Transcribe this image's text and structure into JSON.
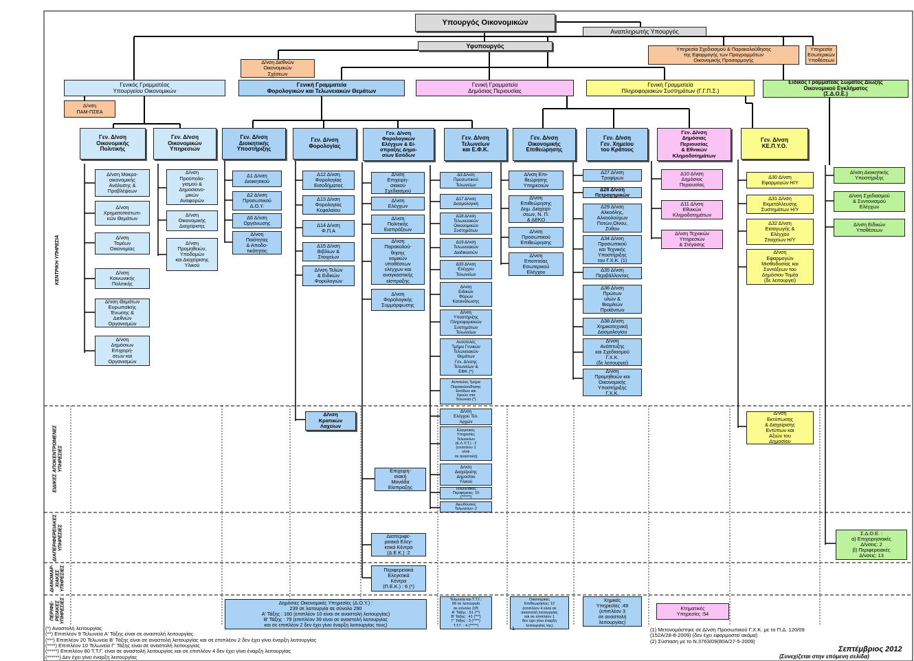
{
  "top": {
    "minister": "Υπουργός Οικονομικών",
    "deputy_minister": "Αναπληρωτής Υπουργός",
    "undersecretary": "Υφυπουργός",
    "intl_relations": "Δ/νση Διεθνών\nΟικονομικών\nΣχέσεων",
    "planning_service": "Υπηρεσία Σχεδιασμού & Παρακολούθησης\nτης Εφαρμογής των Προγραμμάτων\nΟικονομικής Προσαρμογής",
    "internal_affairs": "Υπηρεσία\nΕσωτερικών\nΥποθέσεων"
  },
  "secretariats": {
    "ministry": "Γενικός Γραμματέας\nΥπουργείου Οικονομικών",
    "pam_psea": "Δ/νση\nΠΑΜ-ΠΣΕΑ",
    "tax": "Γενική Γραμματεία\nΦορολογικών και Τελωνειακών Θεμάτων",
    "property": "Γενική Γραμματεία\nΔημόσιας Περιουσίας",
    "info_systems": "Γενική Γραμματεία\nΠληροφοριακών Συστημάτων (Γ.Γ.Π.Σ.)",
    "sdoe": "Ειδικός Γραμματέας Σώματος Δίωξης\nΟικονομικού Εγκλήματος\n(Σ.Δ.Ο.Ε.)"
  },
  "directorates": {
    "c1": "Γεν. Δ/νση\nΟικονομικής\nΠολιτικής",
    "c2": "Γεν. Δ/νση\nΟικονομικών\nΥπηρεσιών",
    "c3": "Γεν. Δ/νση\nΔιοικητικής\nΥποστήριξης",
    "c4": "Γεν. Δ/νση\nΦορολογίας",
    "c5": "Γεν. Δ/νση\nΦορολογικών\nΕλέγχων & Εί-\nσπραξης Δημο-\nσίων Εσόδων",
    "c6": "Γεν. Δ/νση\nΤελωνείων\nκαι Ε.Φ.Κ.",
    "c7": "Γεν. Δ/νση\nΟικονομικής\nΕπιθεώρησης",
    "c8": "Γεν. Δ/νση\nΓεν. Χημείου\nτου Κράτους",
    "c9": "Γεν. Δ/νση\nΔημόσιας\nΠεριουσίας\n& Εθνικών\nΚληροδοτημάτων",
    "c10": "Γεν. Δ/νση\nΚΕ.Π.Υ.Ο."
  },
  "units": {
    "c1": [
      "Δ/νση Μακρο-\nοικονομικής\nΑνάλυσης &\nΠροβλέψεων",
      "Δ/νση\nΧρηματοπιστωτι-\nκών Θεμάτων",
      "Δ/νση\nΤομέων\nΟικονομίας",
      "Δ/νση\nΚοινωνικής\nΠολιτικής",
      "Δ/νση Θεμάτων\nΕυρωπαϊκής\nΈνωσης &\nΔιεθνών\nΟργανισμών",
      "Δ/νση\nΔημόσιων\nΕπιχειρή-\nσεων και\nΟργανισμών"
    ],
    "c2": [
      "Δ/νση\nΠροϋπολο-\nγισμού &\nΔημοσιονο-\nμικών\nΑναφορών",
      "Δ/νση\nΟικονομικής\nΔιαχείρισης",
      "Δ/νση\nΠρομηθειών,\nΥποδομών\nκαι Διαχείρισης\nΥλικού"
    ],
    "c3": [
      "Δ1 Δ/νση\nΔιοικητικού",
      "Δ2 Δ/νση\nΠροσωπικού\nΔ.Ο.Υ.",
      "Δ6 Δ/νση\nΟργάνωσης",
      "Δ/νση\nΠοιότητας\n& Αποδο-\nτικότητας"
    ],
    "c4": [
      "Δ12 Δ/νση\nΦορολογίας\nΕισοδήματος",
      "Δ13 Δ/νση\nΦορολογίας\nΚεφαλαίου",
      "Δ14 Δ/νση\nΦ.Π.Α",
      "Δ15 Δ/νση\nΒιβλίων &\nΣτοιχείων",
      "Δ/νση Τελών\n& Ειδικών\nΦορολογιών"
    ],
    "c4_field": "Δ/νση\nΚρατικών\nΛαχείων",
    "c5": [
      "Δ/νση\nΕπιχειρη-\nσιακού\nΣχεδιασμού",
      "Δ/νση\nΕλέγχων",
      "Δ/νση\nΠολιτικής\nΕισπράξεων",
      "Δ/νση\nΠαρακολού-\nθησης\nνομικών\nυποθέσεων\nελέγχων και\nαναγκαστικής\nείσπραξης",
      "Δ/νση\nΦορολογικής\nΣυμμόρφωσης"
    ],
    "c5_field": "Επιχειρη-\nσιακή\nΜονάδα\nΕίσπραξης",
    "c5_regional": "Διαπεριφε-\nρειακά Ελεγ-\nκτικά Κέντρα\n(Δ.Ε.Κ.) :2",
    "c5_interregional": "Περιφερειακά\nΕλεγκτικά\nΚέντρα\n(Π.Ε.Κ.) : 6 (*)",
    "c6": [
      "Δ3 Δ/νση\nΠροσωπικού\nΤελωνείων",
      "Δ17 Δ/νση\nΔασμολογική",
      "Δ18 Δ/νση\nΤελωνειακών\nΟικονομικών\nΣυστημάτων",
      "Δ19 Δ/νση\nΤελωνειακών\nΔιαδικασιών",
      "Δ33 Δ/νση\nΕλέγχου\nΤελωνείων",
      "Δ/νση\nΕιδικών\nΦόρων\nΚατανάλωσης",
      "Δ/νση\nΥποστήριξης\nΠληροφοριακών\nΣυστημάτων\nΤελωνείων",
      "Αυτοτελές\nΤμήμα Γενικών\nΤελωνειακών\nΘεμάτων\nΓεν. Δ/νσης\nΤελωνείων &\nΕΦΚ (*)",
      "Αυτοτελές Τμήμα\nΠαρακολούθησης\nΕσόδων και\nΧρεών στα\nΤελωνεία (*)"
    ],
    "c6_field": [
      "Δ/νση\nΕλέγχου Τελ.\nΑρχών",
      "Ελεγκτικές\nΥπηρεσίες\nΤελωνείων\n(Ε.Λ.Υ.Τ.) : 2\n(επιπλέον 1\nείναι\nσε αναστολή)",
      "Δ/νση\nΔιαχείρισης\nΔημοσίου\nΥλικού",
      "Τελωνειακές\nΠεριφέρειες: 10\n(******)",
      "Διευθύνσεις\nΤελωνείων: 2"
    ],
    "c7": [
      "Δ/νση Επι-\nθεώρησης\nΥπηρεσιών",
      "Δ/νση\nΕπιθεώρησης\nΔημ. Διαχειρί-\nσεων, Ν. Π.\n& ΔΕΚΟ",
      "Δ/νση\nΠροσωπικού\nΕπιθεώρησης",
      "Δ/νση\nΕποπτείας\nΕσωτερικού\nΕλέγχου"
    ],
    "c8": [
      "Δ27 Δ/νση\nΤροφίμων",
      "Δ28 Δ/νση\nΠετροχημικών",
      "Δ29 Δ/νση\nΑλκοόλης,\nΑλκοολούχων\nΠοτών,Οίνου,\nΖύθου",
      "Δ34 Δ/νση\nΠροσωπικού\nκαι Τεχνικής\nΥποστήριξης\nτου Γ.Χ.Κ. (1)",
      "Δ35 Δ/νση\nΠεριβάλλοντος",
      "Δ36 Δ/νση\nΠρώτων\nυλών &\nΒιομ/κών\nΠροϊόντων",
      "Δ38 Δ/νση\nΧημικοτεχνική\nΔασμολογίου",
      "Δ/νση\nΑνάπτυξης\nκαι Σχεδιασμού\nΓ.Χ.Κ.\n(δε λειτουργεί)",
      "Δ/νση\nΠρομηθειών και\nΟικονομικής\nΥποστήριξης\nΓ.Χ.Κ."
    ],
    "c9": [
      "Δ10 Δ/νση\nΔημόσιας\nΠεριουσίας",
      "Δ11 Δ/νση\nΕθνικών\nΚληροδοτημάτων",
      "Δ/νση Τεχνικών\nΥπηρεσιών\n& Στέγασης"
    ],
    "c10": [
      "Δ30 Δ/νση\nΕφαρμογών Η/Υ",
      "Δ31 Δ/νση\nΕκμετάλλευσης\nΣυστημάτων Η/Υ",
      "Δ32 Δ/νση\nΕισαγωγής &\nΕλέγχου\nΣτοιχείων Η/Υ",
      "Δ/νση\nΕφαρμογών\nΜισθοδοσίας και\nΣυντάξεων του\nΔημόσιου Τομέα\n(δε λειτουργεί)"
    ],
    "c10_field": "Δ/νση\nΕκτύπωσης\n& Διαχείρισης\nΕντύπων και\nΑξιών του\nΔημοσίου",
    "sdoe": [
      "Δ/νση Διοικητικής\nΥποστήριξης",
      "Δ/νση Σχεδιασμού\n& Συντονισμού\nΕλέγχων",
      "Δ/νση Ειδικών\nΥποθέσεων"
    ],
    "sdoe_regional": "Σ.Δ.Ο.Ε. :\nα) Επιχειρησιακές\nΔ/νσεις: 2\nβ) Περιφερειακές\nΔ/νσεις: 13"
  },
  "bottom": {
    "doy": "Δημόσιες Οικονομικές Υπηρεσίες (Δ.Ο.Υ.) :\n239 σε λειτουργία σε σύνολο 290\nΑ' Τάξης : 160 (επιπλέον 10 είναι σε αναστολή λειτουργίας)\nΒ' Τάξης : 79 (επιπλέον 39 είναι σε αναστολή λειτουργίας\nκαι σε επιπλέον 2 δεν έχει γίνει έναρξη λειτουργίας τους)",
    "customs": "Τελωνεία και Τ.Τ.Γ.:\n99 σε λειτουργία\nσε σύνολο 225\nΑ' Τάξης : 51 (**)\nΒ' Τάξης : 41 (***)\nΓ' Τάξης : 3 (****)\nΤ.Τ.Γ. : 4 (*****)",
    "inspection": "Οικονομικές\nΕπιθεωρήσεις: 12\n(επιπλέον 4 είναι σε\nαναστολή λειτουργίας\nκαι σε επιπλέον 1\nδεν έχει γίνει έναρξη\nλειτουργίας της)",
    "chemical": "Χημικές\nΥπηρεσίες :49\n(επιπλέον 3\nσε αναστολή\nλειτουργίας)",
    "property": "Κτηματικές\nΥπηρεσίες :54"
  },
  "row_labels": {
    "central": "ΚΕΝΤΡΙΚΗ ΥΠΗΡΕΣΙΑ",
    "special": "ΕΙΔΙΚΕΣ ΑΠΟΚΕΝΤΡΩΜΕΝΕΣ\nΥΠΗΡΕΣΙΕΣ",
    "interregional": "ΔΙΑΠΕΡΙΦΕΡΕΙΑΚΕΣ\nΥΠΗΡΕΣΙΕΣ",
    "intercounty": "ΔΙΑΝΟΜΑΡ-\nΧΙΑΚΕΣ\nΥΠΗΡΕΣΙΕΣ",
    "regional": "ΠΕΡΙΦΕ-\nΡΕΙΑΚΕΣ\nΥΠΗΡΕΣΙΕΣ"
  },
  "notes": {
    "left": "(*) Αναστολή λειτουργίας\n(**) Επιπλέον 9 Τελωνεία Α' Τάξης είναι σε αναστολή λειτουργίας\n(***) Επιπλέον 20 Τελωνεία Β' Τάξης είναι σε αναστολή λειτουργίας και σε επιπλέον 2 δεν έχει γίνει έναρξη λειτουργίας\n(****) Επιπλέον 10 Τελωνεία Γ' Τάξης είναι σε αναστολή λειτουργίας\n(*****) Επιπλέον 80 Τ.Τ.Γ. είναι σε αναστολή λειτουργίας και σε επιπλέον 4 δεν έχει γίνει έναρξη λειτουργίας\n(******) Δεν έχει γίνει έναρξη λειτουργίας",
    "right": "(1) Μετονομάστηκε σε Δ/νση Προσωπικού Γ.Χ.Κ. με το Π.Δ. 120/09\n(152Α/28-8-2009) (δεν έχει εφαρμοστεί ακόμα)\n(2) Σύσταση με το Ν.3763/09(80Α/27-5-2009)",
    "page": "1",
    "date": "Σεπτέμβριος 2012",
    "continued": "(Συνεχίζεται στην επόμενη σελίδα)"
  }
}
